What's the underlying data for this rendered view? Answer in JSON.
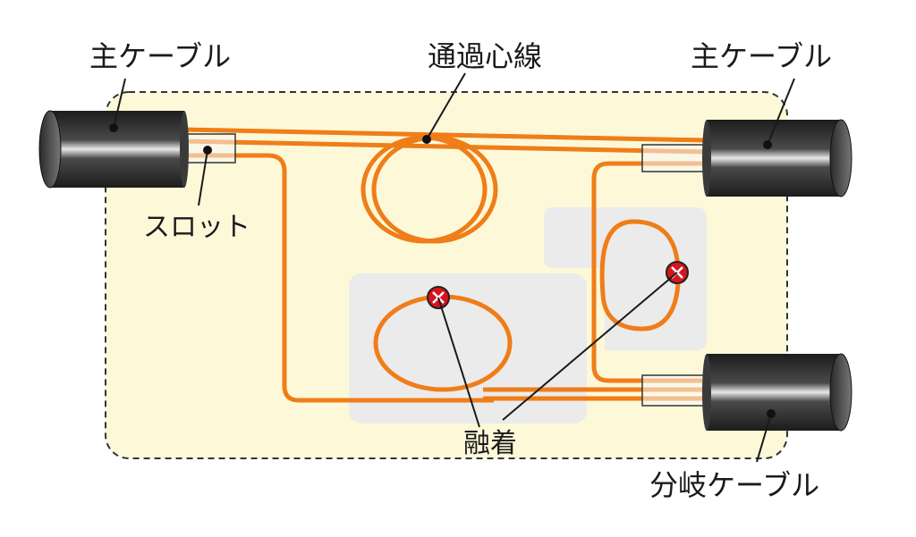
{
  "labels": {
    "main_cable_left": "主ケーブル",
    "main_cable_right": "主ケーブル",
    "passing_fiber": "通過心線",
    "slot": "スロット",
    "fusion": "融着",
    "branch_cable": "分岐ケーブル"
  },
  "colors": {
    "fiber": "#ef7d18",
    "enclosure_fill": "#fdf8d8",
    "tray_fill": "#ebebeb",
    "cable_dark": "#2e2e2e",
    "splice_mark": "#d7141e"
  }
}
